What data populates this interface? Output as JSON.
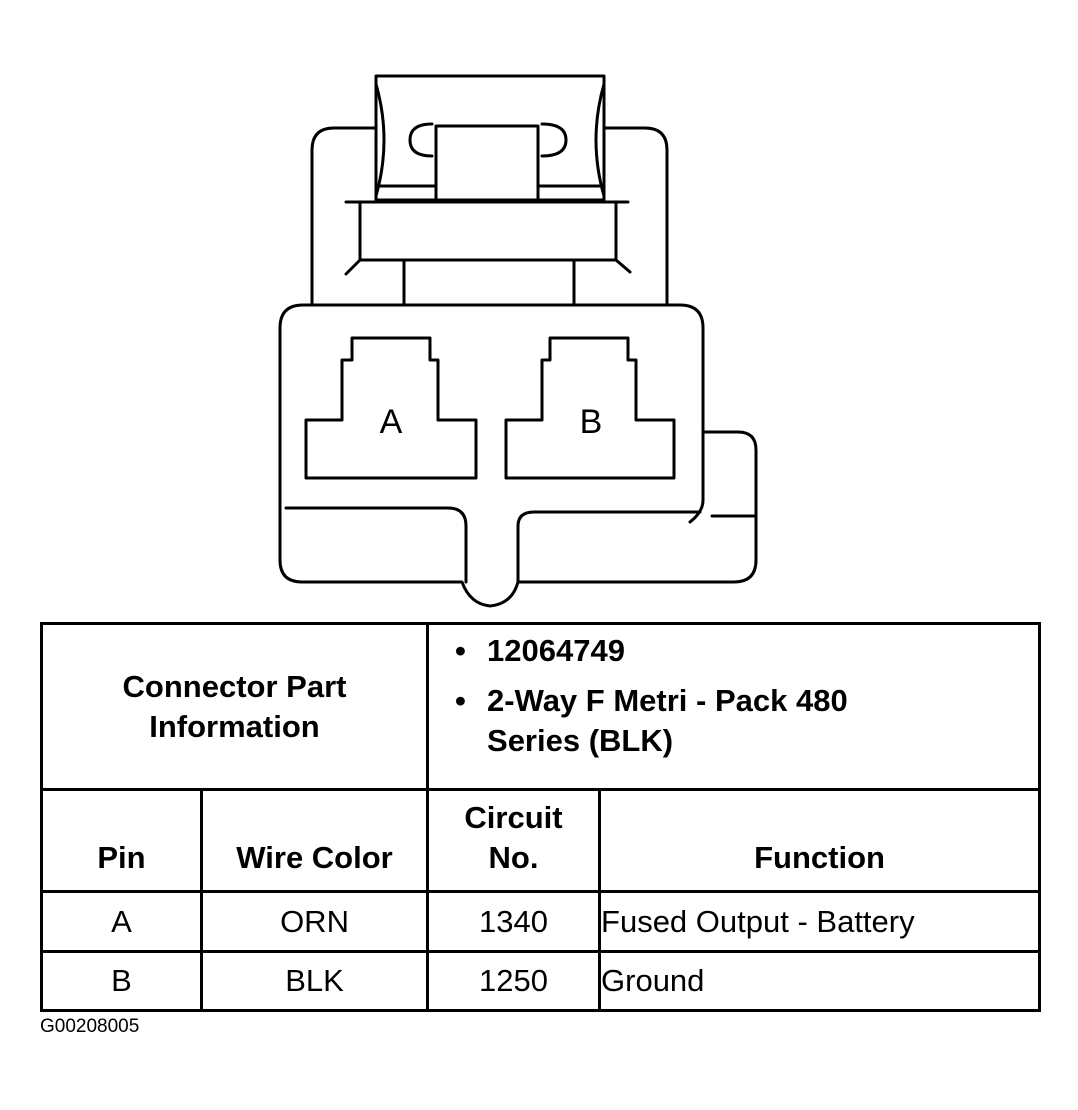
{
  "connector": {
    "pins": [
      {
        "letter": "A"
      },
      {
        "letter": "B"
      }
    ]
  },
  "part_info": {
    "label_line1": "Connector Part",
    "label_line2": "Information",
    "items": [
      {
        "bullet": "•",
        "text": "12064749"
      },
      {
        "bullet": "•",
        "text": "2-Way F Metri - Pack 480",
        "text2": "Series (BLK)"
      }
    ]
  },
  "table": {
    "headers": {
      "pin": "Pin",
      "wire_color": "Wire Color",
      "circuit_line1": "Circuit",
      "circuit_line2": "No.",
      "function": "Function"
    },
    "rows": [
      {
        "pin": "A",
        "wire_color": "ORN",
        "circuit": "1340",
        "function": "Fused Output - Battery"
      },
      {
        "pin": "B",
        "wire_color": "BLK",
        "circuit": "1250",
        "function": "Ground"
      }
    ]
  },
  "figure_id": "G00208005"
}
